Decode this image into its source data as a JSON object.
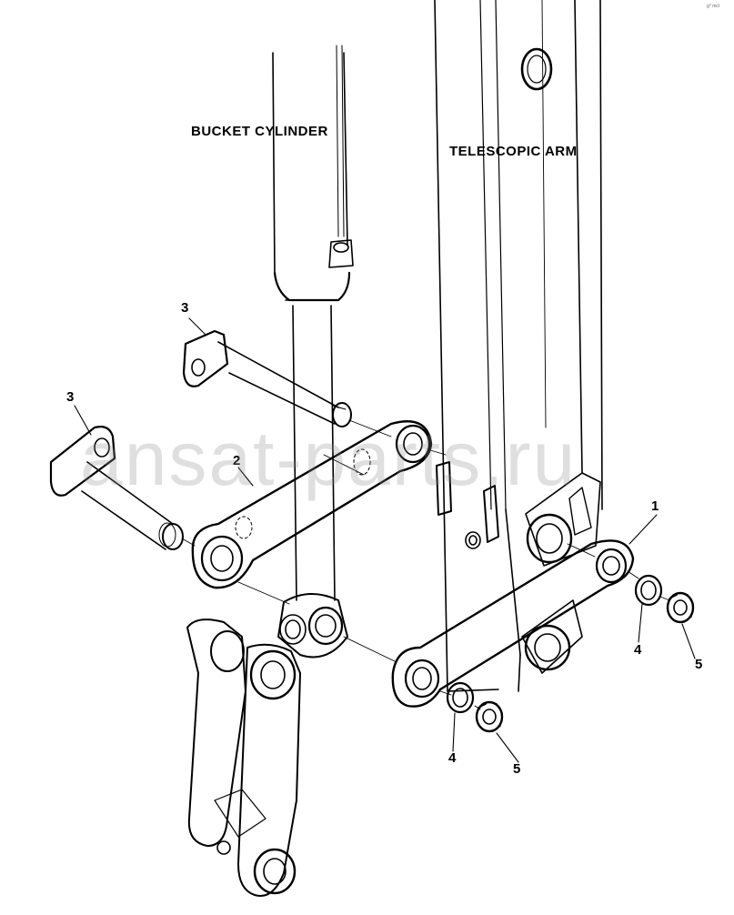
{
  "labels": {
    "bucket_cylinder": "BUCKET CYLINDER",
    "telescopic_arm": "TELESCOPIC ARM"
  },
  "callouts": {
    "link": "1",
    "rocker": "2",
    "pin_upper": "3",
    "pin_lower": "3",
    "washer_right": "4",
    "washer_left": "4",
    "nut_right": "5",
    "nut_left": "5"
  },
  "watermark": "ansat-parts.ru",
  "corner_mark": "g° mcl"
}
